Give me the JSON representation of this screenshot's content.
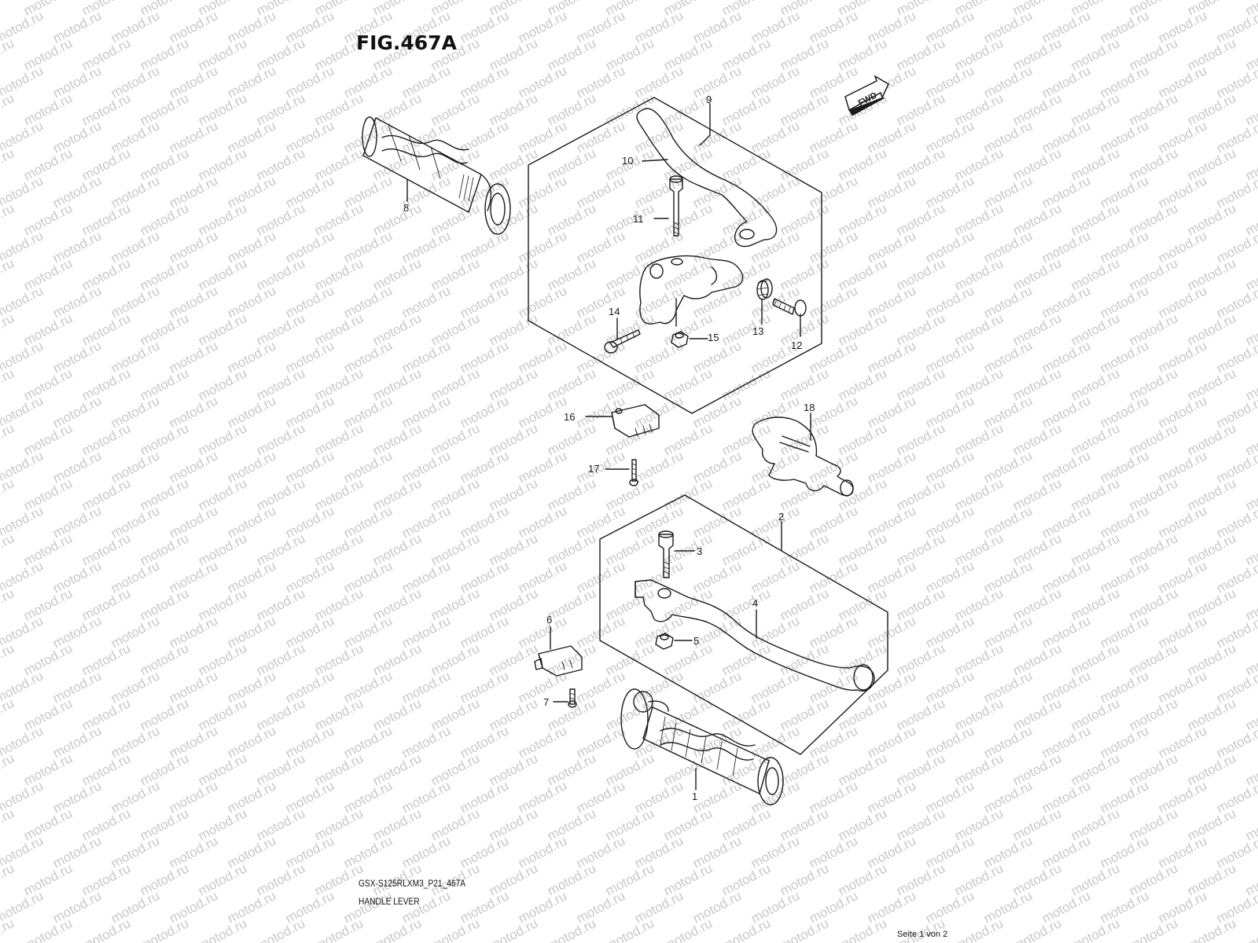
{
  "figure": {
    "title": "FIG.467A",
    "model_code": "GSX-S125RLXM3_P21_467A",
    "description": "HANDLE LEVER",
    "page_info": "Seite 1 von 2",
    "watermark": "motod.ru",
    "direction_badge": "FWD"
  },
  "callouts": {
    "c1": "1",
    "c2": "2",
    "c3": "3",
    "c4": "4",
    "c5": "5",
    "c6": "6",
    "c7": "7",
    "c8": "8",
    "c9": "9",
    "c10": "10",
    "c11": "11",
    "c12": "12",
    "c13": "13",
    "c14": "14",
    "c15": "15",
    "c16": "16",
    "c17": "17",
    "c18": "18"
  },
  "colors": {
    "line": "#1a1a1a",
    "watermark": "#c8c8c8",
    "background": "#ffffff"
  },
  "icons": [
    "fwd-arrow-icon"
  ]
}
